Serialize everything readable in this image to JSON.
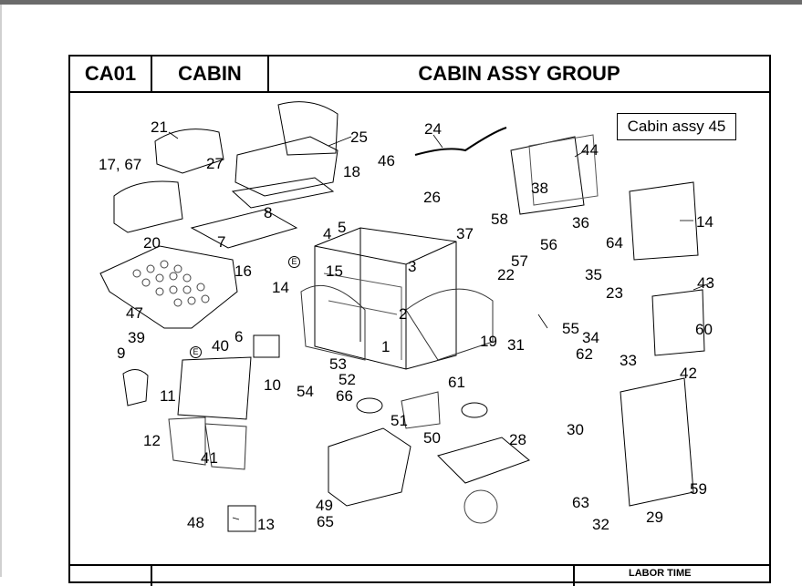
{
  "header": {
    "code": "CA01",
    "section": "CABIN",
    "title": "CABIN ASSY GROUP"
  },
  "assy_label": "Cabin assy  45",
  "footer": {
    "labor_time": "LABOR TIME"
  },
  "callouts": [
    "21",
    "25",
    "24",
    "44",
    "17, 67",
    "27",
    "18",
    "46",
    "38",
    "26",
    "14",
    "8",
    "5",
    "37",
    "58",
    "36",
    "7",
    "4",
    "15",
    "3",
    "56",
    "64",
    "20",
    "16",
    "E",
    "57",
    "22",
    "35",
    "43",
    "14",
    "2",
    "23",
    "47",
    "6",
    "55",
    "34",
    "60",
    "39",
    "E",
    "40",
    "1",
    "19",
    "31",
    "62",
    "33",
    "9",
    "10",
    "53",
    "61",
    "42",
    "11",
    "54",
    "52",
    "66",
    "51",
    "50",
    "30",
    "12",
    "41",
    "28",
    "49",
    "65",
    "63",
    "59",
    "48",
    "13",
    "32",
    "29"
  ]
}
